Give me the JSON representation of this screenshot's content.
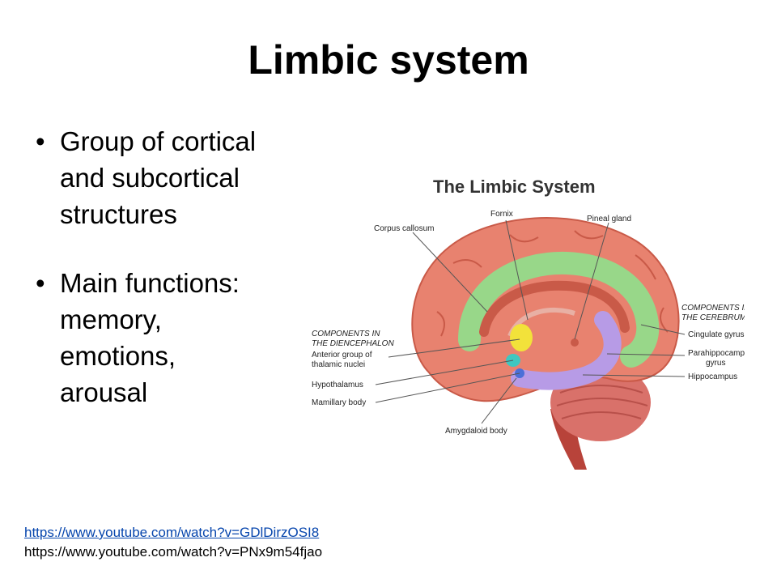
{
  "slide": {
    "title": "Limbic system",
    "bullets": [
      {
        "lines": [
          "Group of cortical",
          "and subcortical",
          "structures"
        ]
      },
      {
        "lines": [
          "Main functions:",
          "memory,",
          "emotions,",
          "arousal"
        ]
      }
    ]
  },
  "figure": {
    "title": "The Limbic System",
    "labels": {
      "fornix": "Fornix",
      "corpus_callosum": "Corpus callosum",
      "pineal_gland": "Pineal gland",
      "components_cerebrum_1": "COMPONENTS IN",
      "components_cerebrum_2": "THE CEREBRUM",
      "cingulate_gyrus": "Cingulate gyrus",
      "parahippocampal_1": "Parahippocampal",
      "parahippocampal_2": "gyrus",
      "hippocampus": "Hippocampus",
      "components_diencephalon_1": "COMPONENTS IN",
      "components_diencephalon_2": "THE DIENCEPHALON",
      "anterior_group_1": "Anterior group of",
      "anterior_group_2": "thalamic nuclei",
      "hypothalamus": "Hypothalamus",
      "mamillary_body": "Mamillary body",
      "amygdaloid_body": "Amygdaloid body"
    },
    "colors": {
      "brain": "#e8826f",
      "brain_dark": "#c95a48",
      "cingulate": "#8fe08c",
      "hippocampus": "#b79be6",
      "thalamus": "#f2e23a",
      "hypothalamus": "#3fc7c0",
      "amygdala": "#4a6fd8"
    }
  },
  "links": {
    "link1": "https://www.youtube.com/watch?v=GDlDirzOSI8",
    "link2": "https://www.youtube.com/watch?v=PNx9m54fjao"
  }
}
